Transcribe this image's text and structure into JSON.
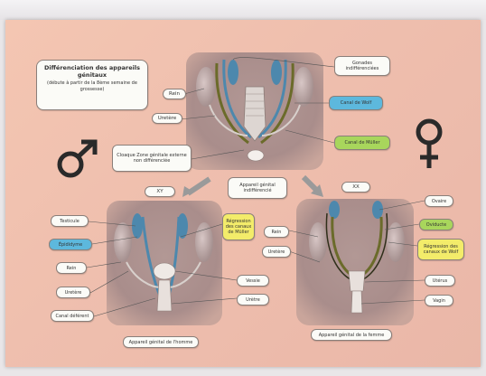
{
  "title": {
    "heading": "Différenciation des appareils génitaux",
    "subtitle": "(débute à partir de la 8ème semaine de grossesse)"
  },
  "top_labels": {
    "rein": "Rein",
    "uretere": "Uretère",
    "cloaque": "Cloaque Zone génitale externe non différenciée",
    "gonades": "Gonades indifférenciées",
    "canal_wolf": "Canal de Wolf",
    "canal_muller": "Canal de Müller",
    "appareil_indiff": "Appareil génital indifférencié"
  },
  "xy_labels": {
    "badge": "XY",
    "testicule": "Testicule",
    "epididyme": "Épididyme",
    "rein": "Rein",
    "uretere": "Uretère",
    "canal_deferent": "Canal déférent",
    "regression": "Régression des canaux de Müller",
    "vessie": "Vessie",
    "uretre": "Urètre",
    "caption": "Appareil génital de l'homme"
  },
  "xx_labels": {
    "badge": "XX",
    "ovaire": "Ovaire",
    "oviducte": "Oviducte",
    "rein": "Rein",
    "uretere": "Uretère",
    "regression": "Régression des canaux de Wolf",
    "uterus": "Utérus",
    "vagin": "Vagin",
    "caption": "Appareil génital de la femme"
  },
  "colors": {
    "poster_bg": "#efbfae",
    "blue_label": "#5db8dd",
    "green_label": "#a8d65c",
    "yellow_label": "#f3ec6a",
    "symbol": "#2a2a2a"
  },
  "icons": [
    "male-symbol-icon",
    "female-symbol-icon",
    "arrow-down-left-icon",
    "arrow-down-right-icon"
  ]
}
